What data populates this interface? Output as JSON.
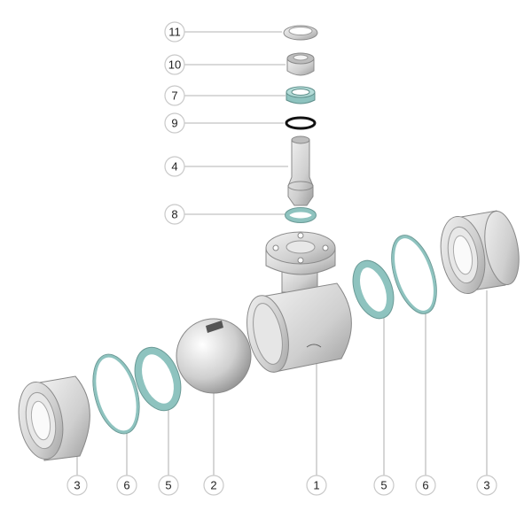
{
  "diagram": {
    "title": "Ball valve exploded view",
    "colors": {
      "metal": "#d4d4d4",
      "seal": "#8ec3bf",
      "oring": "#111111",
      "callout_border": "#c9c9c9"
    },
    "stem_callouts": [
      {
        "number": "11"
      },
      {
        "number": "10"
      },
      {
        "number": "7"
      },
      {
        "number": "9"
      },
      {
        "number": "4"
      },
      {
        "number": "8"
      }
    ],
    "bottom_callouts": [
      {
        "number": "3"
      },
      {
        "number": "6"
      },
      {
        "number": "5"
      },
      {
        "number": "2"
      },
      {
        "number": "1"
      },
      {
        "number": "5"
      },
      {
        "number": "6"
      },
      {
        "number": "3"
      }
    ]
  }
}
